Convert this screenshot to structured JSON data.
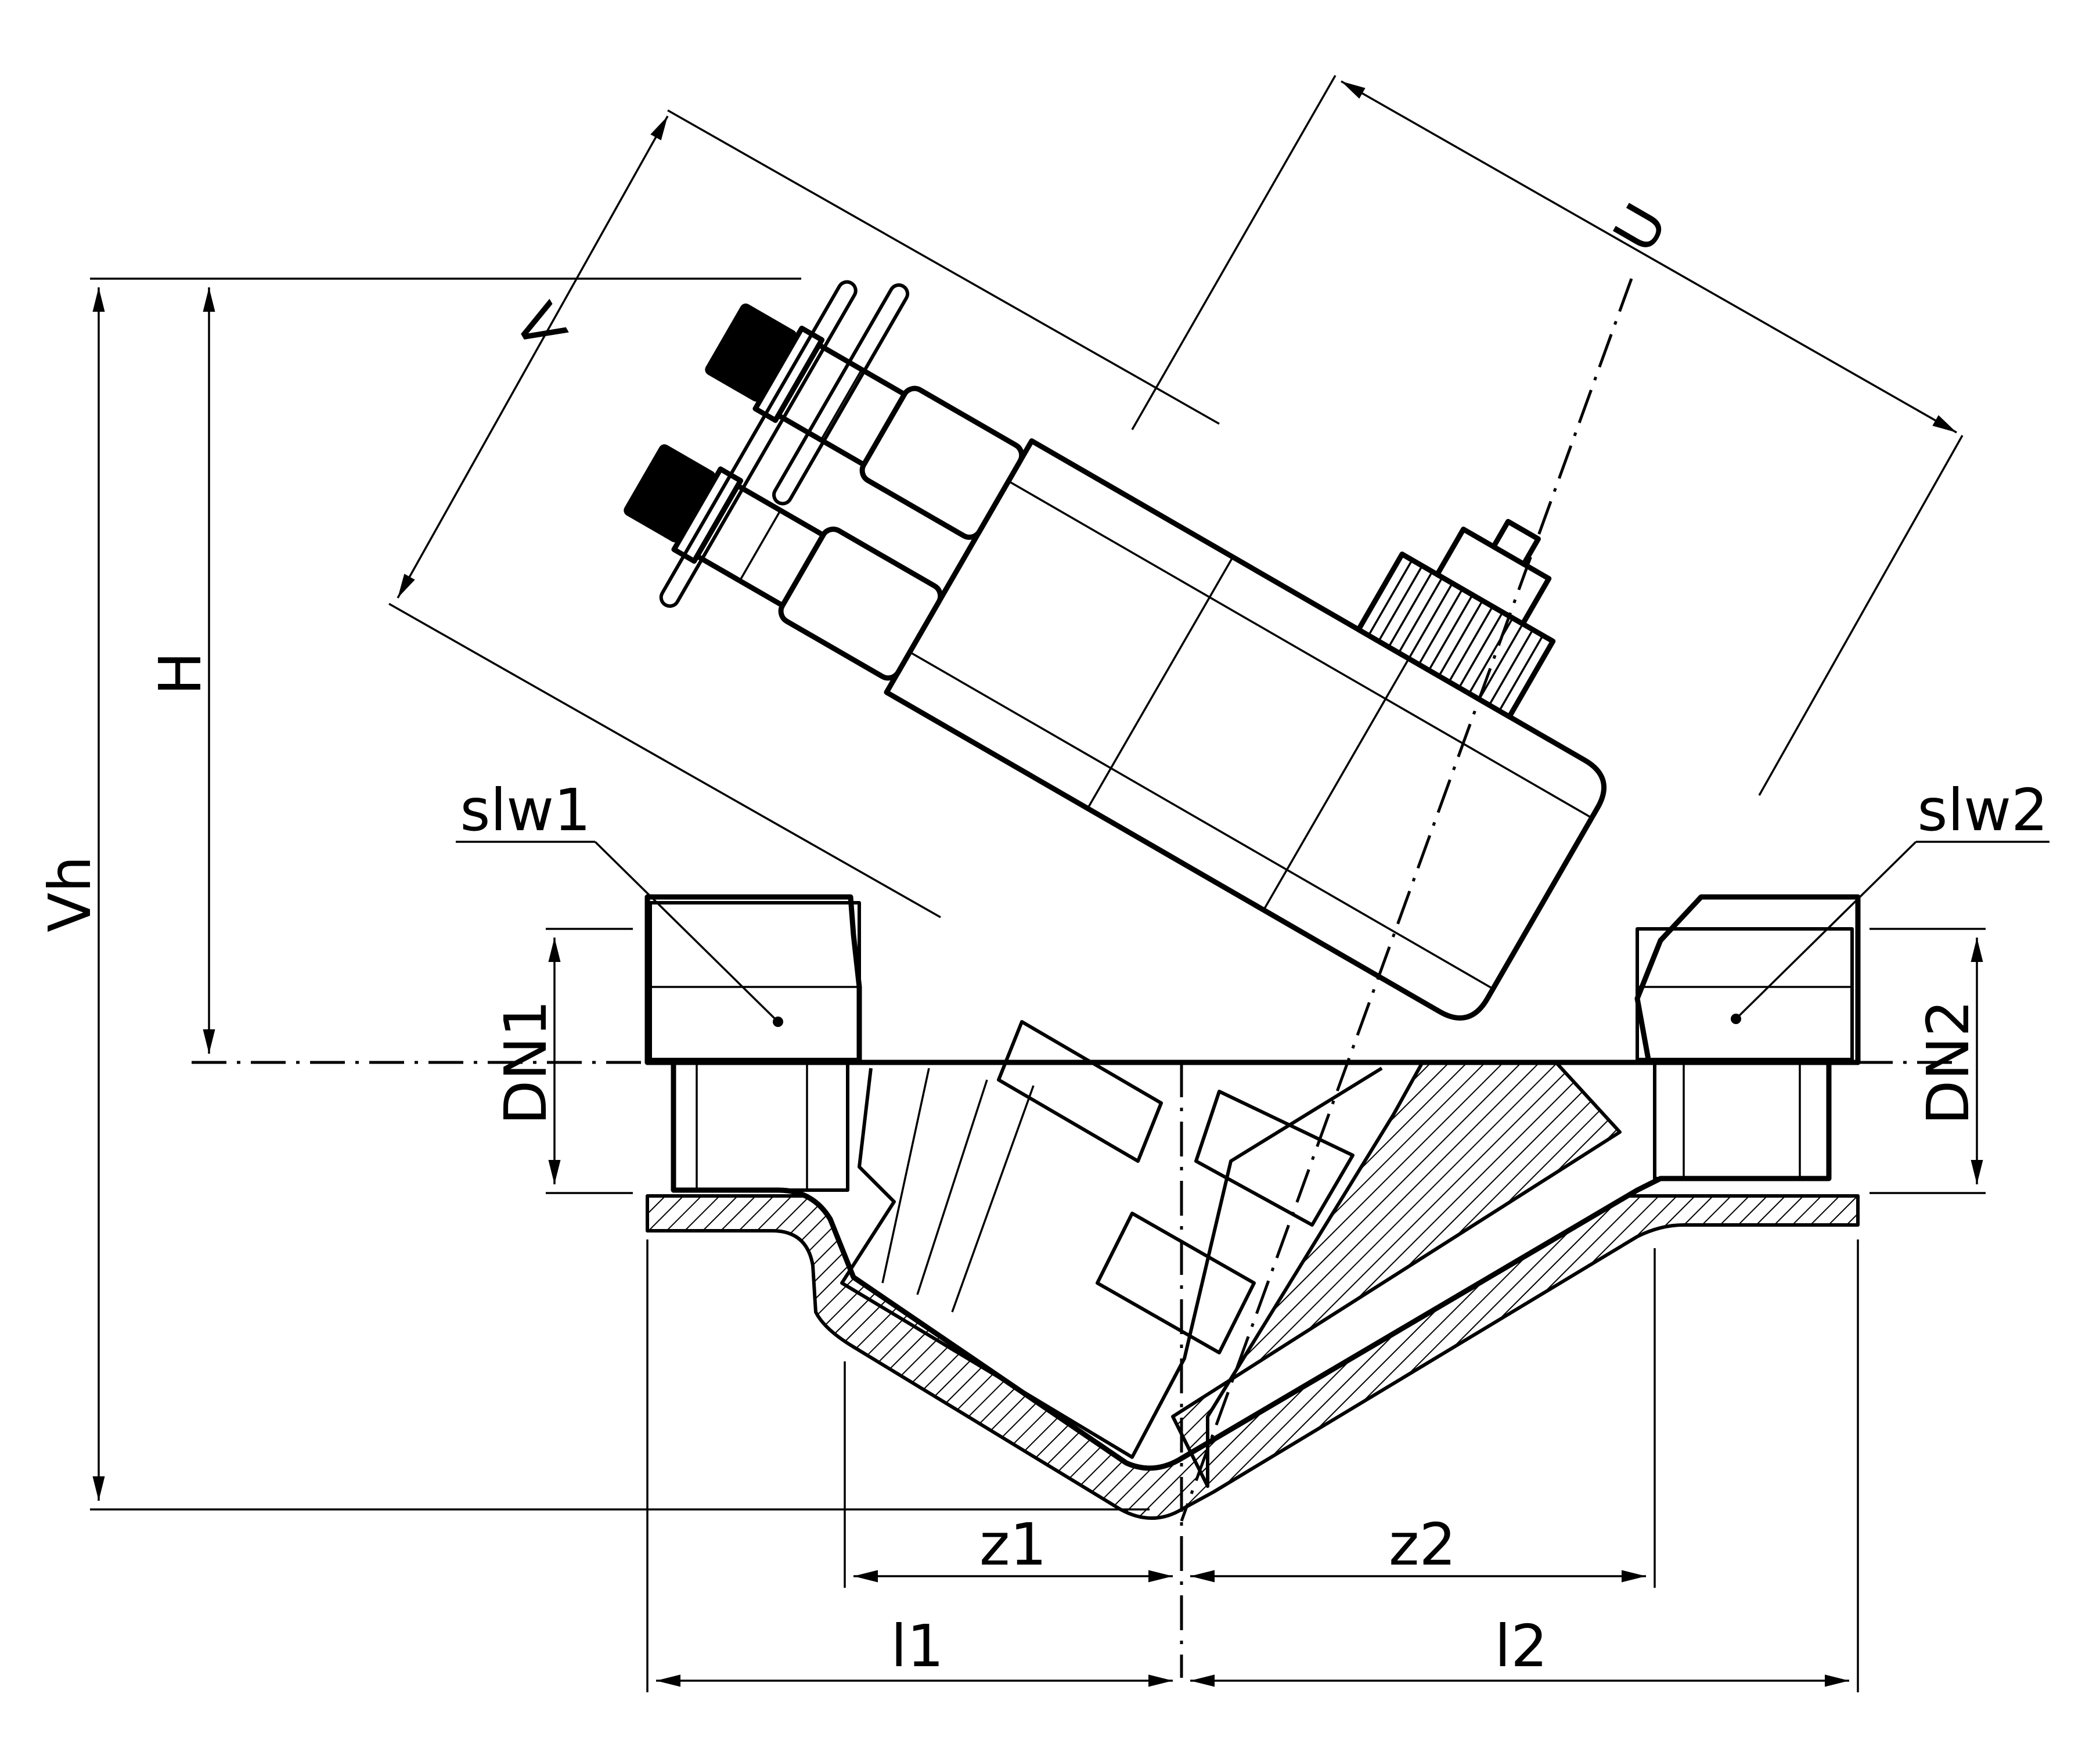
{
  "labels": {
    "vh": "Vh",
    "h": "H",
    "v": "V",
    "u": "U",
    "dn1": "DN1",
    "dn2": "DN2",
    "slw1": "slw1",
    "slw2": "slw2",
    "z1": "z1",
    "z2": "z2",
    "l1": "l1",
    "l2": "l2"
  }
}
